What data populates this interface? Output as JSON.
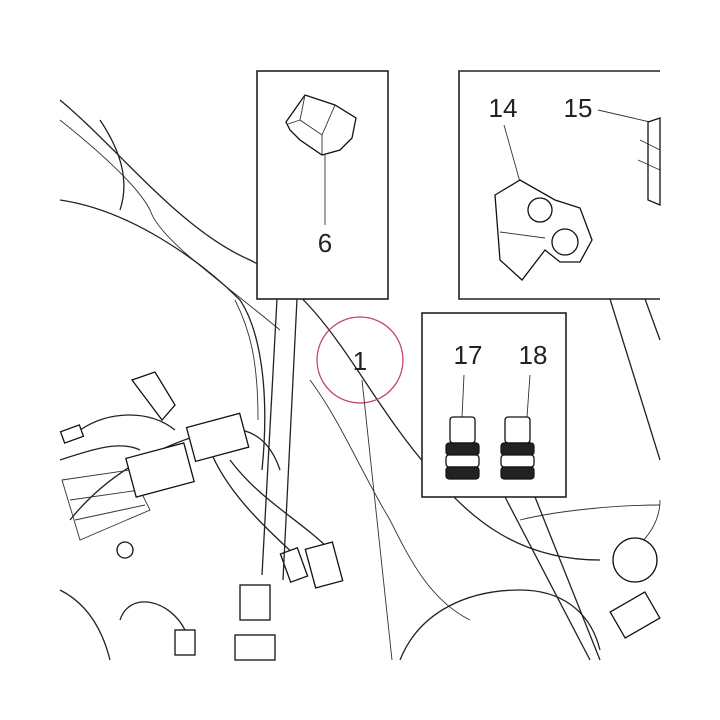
{
  "diagram": {
    "callouts": {
      "c1": "1",
      "c6": "6",
      "c14": "14",
      "c15": "15",
      "c17": "17",
      "c18": "18"
    },
    "colors": {
      "ink": "#222222",
      "highlight": "#c0396a",
      "paper": "#ffffff"
    }
  }
}
